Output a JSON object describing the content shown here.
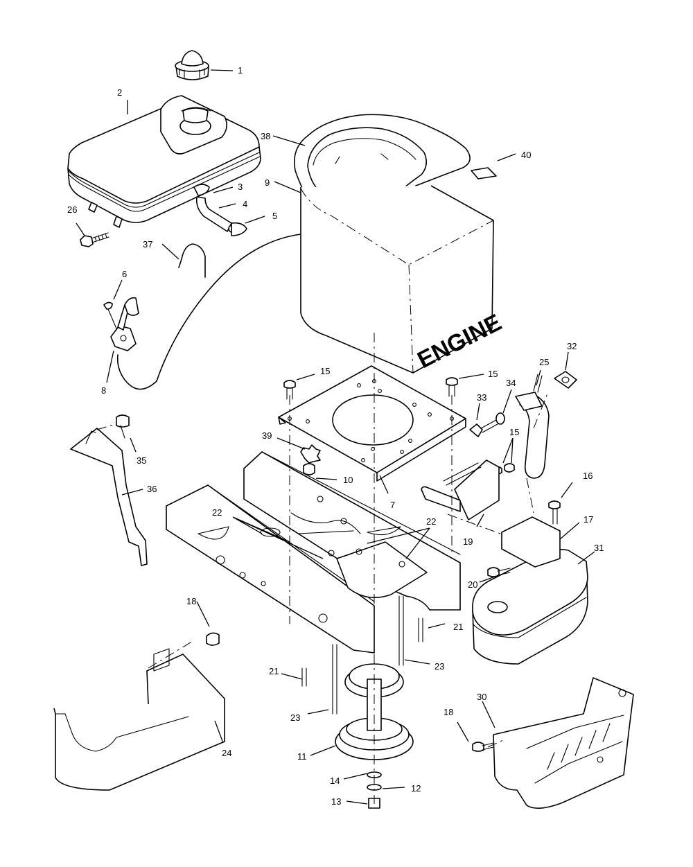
{
  "diagram": {
    "engine_label": "ENGINE",
    "callouts": [
      {
        "id": "c1",
        "text": "1"
      },
      {
        "id": "c2",
        "text": "2"
      },
      {
        "id": "c3",
        "text": "3"
      },
      {
        "id": "c4",
        "text": "4"
      },
      {
        "id": "c5",
        "text": "5"
      },
      {
        "id": "c6",
        "text": "6"
      },
      {
        "id": "c7",
        "text": "7"
      },
      {
        "id": "c8",
        "text": "8"
      },
      {
        "id": "c9",
        "text": "9"
      },
      {
        "id": "c10",
        "text": "10"
      },
      {
        "id": "c11",
        "text": "11"
      },
      {
        "id": "c12",
        "text": "12"
      },
      {
        "id": "c13",
        "text": "13"
      },
      {
        "id": "c14",
        "text": "14"
      },
      {
        "id": "c15a",
        "text": "15"
      },
      {
        "id": "c15b",
        "text": "15"
      },
      {
        "id": "c15c",
        "text": "15"
      },
      {
        "id": "c16",
        "text": "16"
      },
      {
        "id": "c17",
        "text": "17"
      },
      {
        "id": "c18a",
        "text": "18"
      },
      {
        "id": "c18b",
        "text": "18"
      },
      {
        "id": "c19",
        "text": "19"
      },
      {
        "id": "c20",
        "text": "20"
      },
      {
        "id": "c21a",
        "text": "21"
      },
      {
        "id": "c21b",
        "text": "21"
      },
      {
        "id": "c22a",
        "text": "22"
      },
      {
        "id": "c22b",
        "text": "22"
      },
      {
        "id": "c23a",
        "text": "23"
      },
      {
        "id": "c23b",
        "text": "23"
      },
      {
        "id": "c24",
        "text": "24"
      },
      {
        "id": "c25",
        "text": "25"
      },
      {
        "id": "c26",
        "text": "26"
      },
      {
        "id": "c30",
        "text": "30"
      },
      {
        "id": "c31",
        "text": "31"
      },
      {
        "id": "c32",
        "text": "32"
      },
      {
        "id": "c33",
        "text": "33"
      },
      {
        "id": "c34",
        "text": "34"
      },
      {
        "id": "c35",
        "text": "35"
      },
      {
        "id": "c36",
        "text": "36"
      },
      {
        "id": "c37",
        "text": "37"
      },
      {
        "id": "c38",
        "text": "38"
      },
      {
        "id": "c39",
        "text": "39"
      },
      {
        "id": "c40",
        "text": "40"
      }
    ]
  }
}
